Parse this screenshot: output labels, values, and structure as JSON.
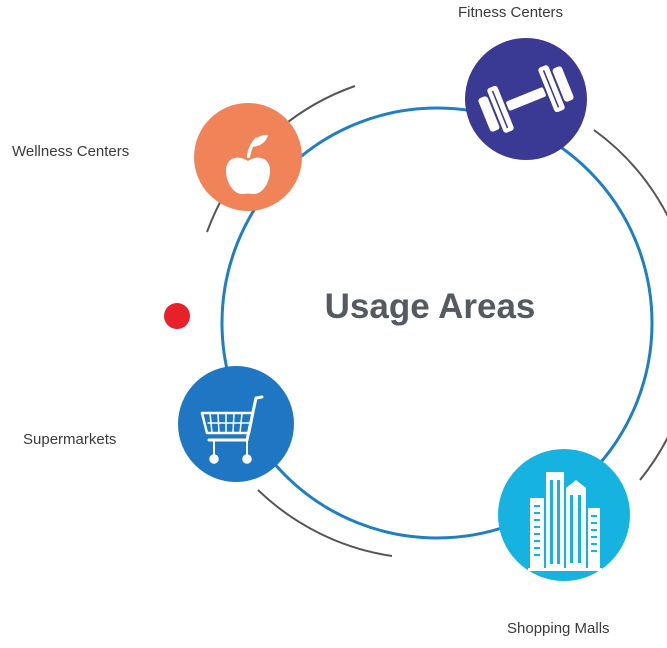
{
  "title": "Usage Areas",
  "colors": {
    "ring": "#1f7fc2",
    "arc": "#555555",
    "dot": "#e8202a",
    "wellness": "#f08358",
    "fitness": "#3a3993",
    "supermarkets": "#1f76c2",
    "shopping": "#17b3e0",
    "text": "#3a3a3a",
    "title": "#555a61"
  },
  "nodes": [
    {
      "label": "Wellness Centers",
      "icon": "apple-icon"
    },
    {
      "label": "Fitness Centers",
      "icon": "dumbbell-icon"
    },
    {
      "label": "Supermarkets",
      "icon": "shopping-cart-icon"
    },
    {
      "label": "Shopping Malls",
      "icon": "buildings-icon"
    }
  ]
}
